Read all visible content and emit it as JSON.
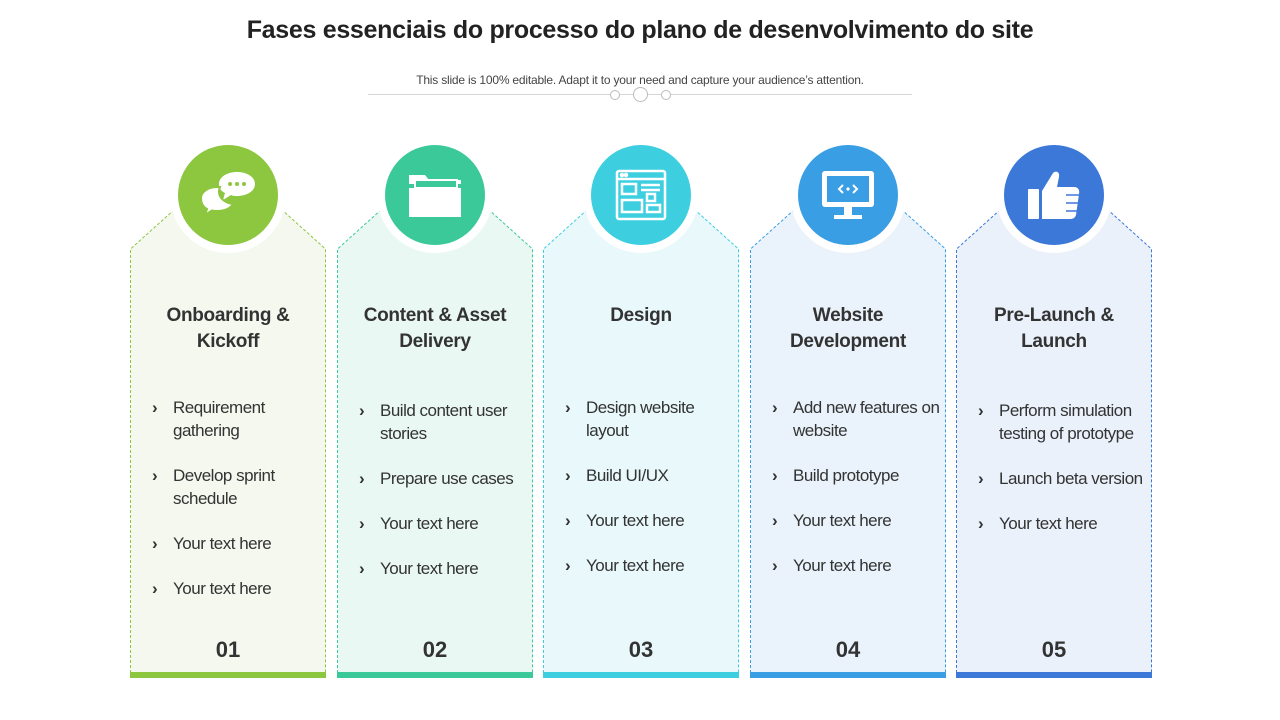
{
  "title": "Fases essenciais do processo do plano de desenvolvimento do site",
  "subtitle": "This slide is 100% editable. Adapt it to your need and capture your audience’s attention.",
  "phases": [
    {
      "title": "Onboarding & Kickoff",
      "icon": "chat-bubbles-icon",
      "color": "#8dc63f",
      "bg": "#f4f8ee",
      "bullets": [
        "Requirement gathering",
        "Develop sprint schedule",
        "Your text here",
        "Your text here"
      ],
      "number": "01"
    },
    {
      "title": "Content & Asset Delivery",
      "icon": "folder-icon",
      "color": "#3cc99a",
      "bg": "#eaf8f3",
      "bullets": [
        "Build content user stories",
        "Prepare use cases",
        "Your text here",
        "Your text here"
      ],
      "number": "02"
    },
    {
      "title": "Design",
      "icon": "layout-icon",
      "color": "#3dcfe0",
      "bg": "#e8f8fb",
      "bullets": [
        "Design website layout",
        "Build UI/UX",
        "Your text here",
        "Your text here"
      ],
      "number": "03"
    },
    {
      "title": "Website Development",
      "icon": "monitor-code-icon",
      "color": "#3a9ee4",
      "bg": "#eaf3fb",
      "bullets": [
        "Add new features on website",
        "Build prototype",
        "Your text here",
        "Your text here"
      ],
      "number": "04"
    },
    {
      "title": "Pre-Launch & Launch",
      "icon": "thumbs-up-icon",
      "color": "#3c78d8",
      "bg": "#eaf1fb",
      "bullets": [
        "Perform simulation testing of prototype",
        "Launch beta version",
        "Your text here"
      ],
      "number": "05"
    }
  ]
}
